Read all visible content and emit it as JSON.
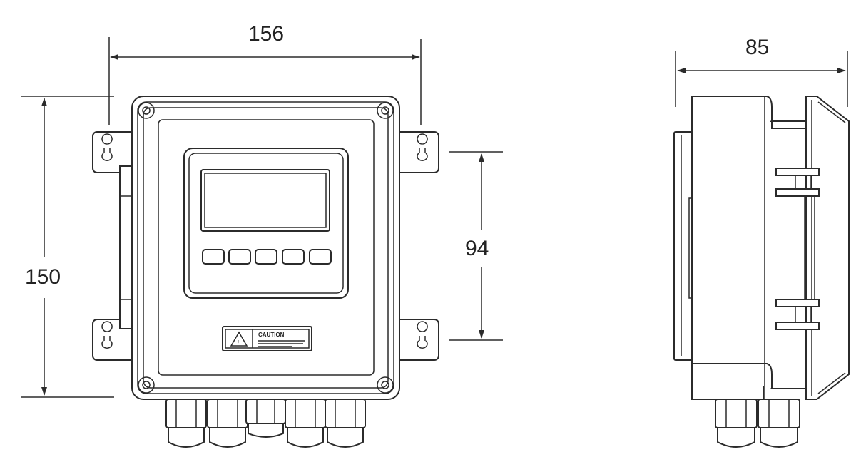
{
  "dimensions": {
    "front_width": "156",
    "front_height": "150",
    "mount_spacing": "94",
    "side_depth": "85"
  },
  "caution_label": {
    "title": "CAUTION",
    "warning_symbol": "!"
  },
  "colors": {
    "line": "#2b2b2b",
    "background": "#ffffff"
  },
  "icons": [
    "warning-triangle-icon",
    "keyhole-mount-slot-icon",
    "screw-icon",
    "cable-gland-icon"
  ]
}
